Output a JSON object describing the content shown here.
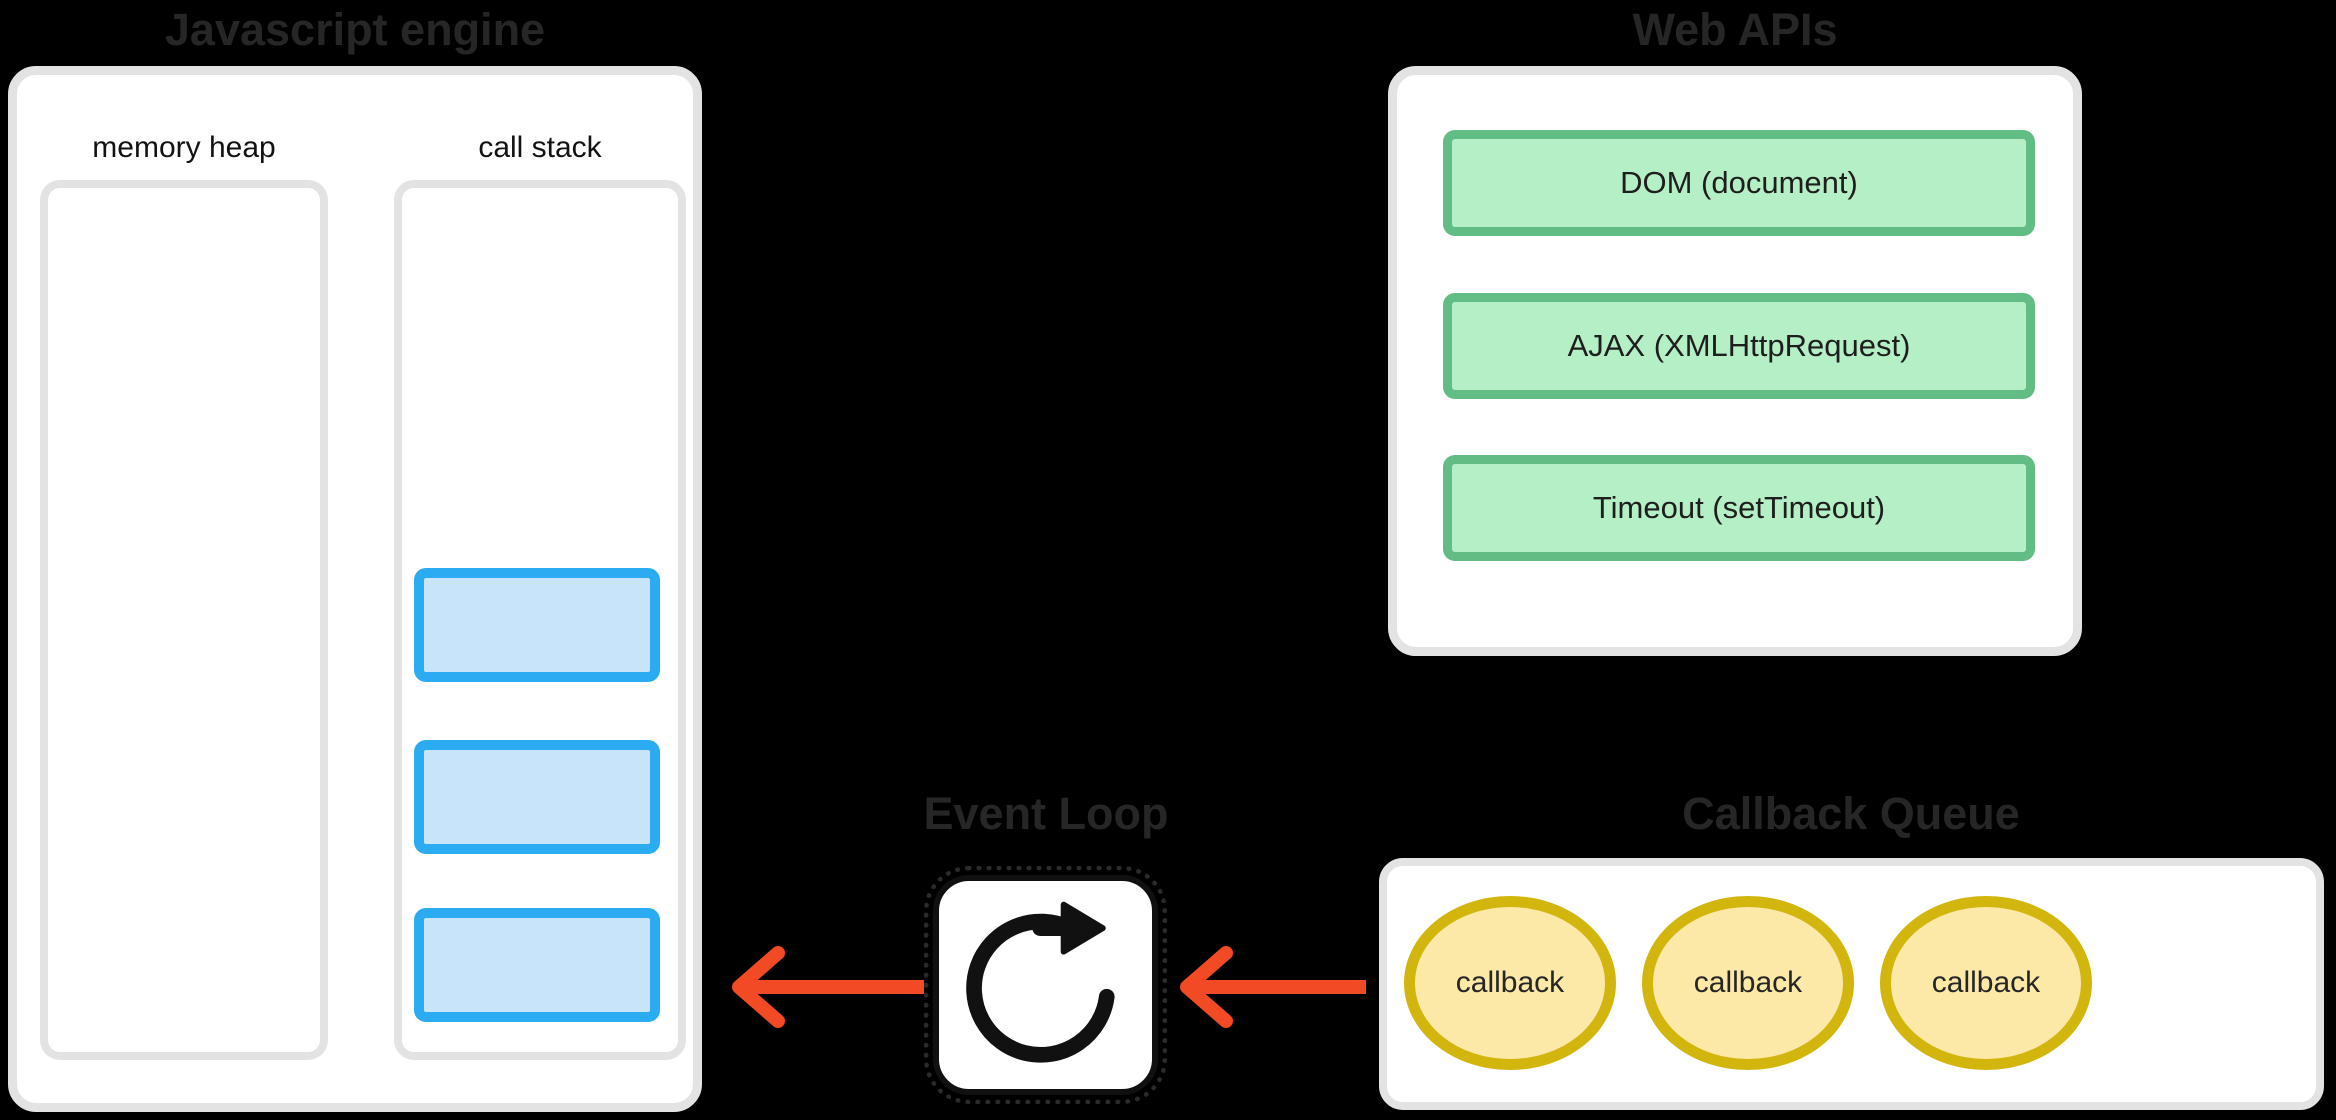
{
  "background": "#000000",
  "colors": {
    "panel_fill": "#ffffff",
    "panel_border": "#e3e3e3",
    "stack_frame_fill": "#c7e4fb",
    "stack_frame_border": "#2aabf2",
    "api_fill": "#b5efc6",
    "api_border": "#62bd84",
    "callback_fill": "#fce8a7",
    "callback_border": "#d2b60e",
    "arrow": "#f14a24",
    "title_text": "#262626",
    "label_text": "#121212",
    "icon_glyph": "#111111"
  },
  "js_engine": {
    "title": "Javascript engine",
    "memory_heap_label": "memory heap",
    "call_stack_label": "call stack",
    "stack_frame_count": 3
  },
  "web_apis": {
    "title": "Web APIs",
    "items": [
      "DOM (document)",
      "AJAX (XMLHttpRequest)",
      "Timeout (setTimeout)"
    ]
  },
  "event_loop": {
    "title": "Event Loop",
    "icon": "refresh-clockwise-icon"
  },
  "callback_queue": {
    "title": "Callback Queue",
    "items": [
      "callback",
      "callback",
      "callback"
    ]
  }
}
